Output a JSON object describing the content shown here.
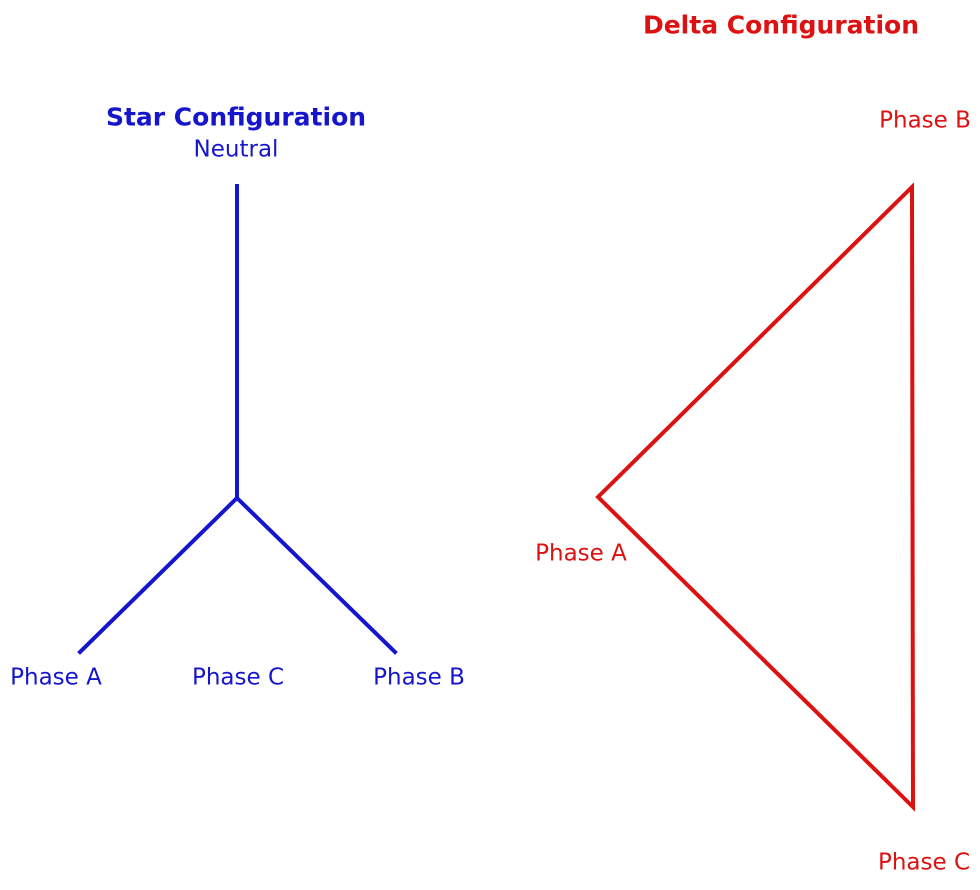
{
  "colors": {
    "background": "#FFFFFF",
    "star": "#1515CD",
    "delta": "#DD1111"
  },
  "star": {
    "title": "Star Configuration",
    "neutral_label": "Neutral",
    "phase_a_label": "Phase A",
    "phase_c_label": "Phase C",
    "phase_b_label": "Phase B"
  },
  "delta": {
    "title": "Delta Configuration",
    "phase_b_label": "Phase B",
    "phase_a_label": "Phase A",
    "phase_c_label": "Phase C"
  }
}
